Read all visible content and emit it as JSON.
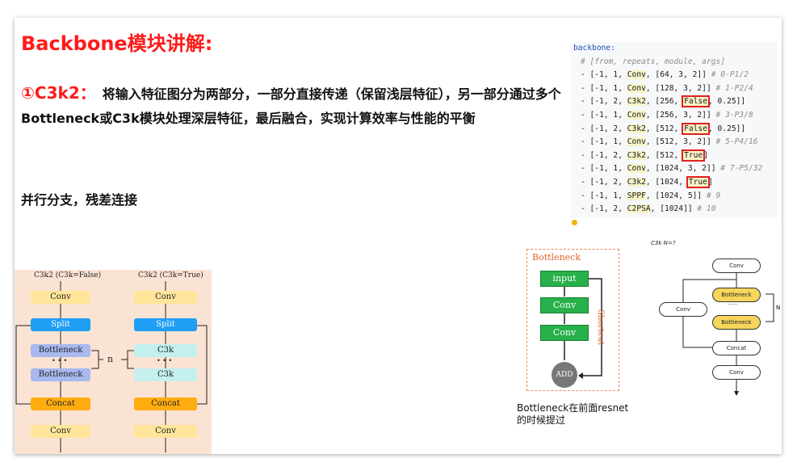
{
  "slide": {
    "title": "Backbone模块讲解:",
    "section_lead": "①C3k2：",
    "description": "将输入特征图分为两部分，一部分直接传递（保留浅层特征），另一部分通过多个Bottleneck或C3k模块处理深层特征，最后融合，实现计算效率与性能的平衡",
    "parallel_note": "并行分支，残差连接"
  },
  "code": {
    "key": "backbone:",
    "comment": "# [from, repeats, module, args]",
    "lines": [
      {
        "pre": "- [-1, 1, ",
        "mod": "Conv",
        "args": ", [64, 3, 2]]",
        "flag": "",
        "tail": "",
        "cm": " # 0-P1/2"
      },
      {
        "pre": "- [-1, 1, ",
        "mod": "Conv",
        "args": ", [128, 3, 2]]",
        "flag": "",
        "tail": "",
        "cm": " # 1-P2/4"
      },
      {
        "pre": "- [-1, 2, ",
        "mod": "C3k2",
        "args": ", [256, ",
        "flag": "False",
        "tail": ", 0.25]]",
        "cm": ""
      },
      {
        "pre": "- [-1, 1, ",
        "mod": "Conv",
        "args": ", [256, 3, 2]]",
        "flag": "",
        "tail": "",
        "cm": " # 3-P3/8"
      },
      {
        "pre": "- [-1, 2, ",
        "mod": "C3k2",
        "args": ", [512, ",
        "flag": "False",
        "tail": ", 0.25]]",
        "cm": ""
      },
      {
        "pre": "- [-1, 1, ",
        "mod": "Conv",
        "args": ", [512, 3, 2]]",
        "flag": "",
        "tail": "",
        "cm": " # 5-P4/16"
      },
      {
        "pre": "- [-1, 2, ",
        "mod": "C3k2",
        "args": ", [512, ",
        "flag": "True",
        "tail": "]",
        "cm": ""
      },
      {
        "pre": "- [-1, 1, ",
        "mod": "Conv",
        "args": ", [1024, 3, 2]]",
        "flag": "",
        "tail": "",
        "cm": " # 7-P5/32"
      },
      {
        "pre": "- [-1, 2, ",
        "mod": "C3k2",
        "args": ", [1024, ",
        "flag": "True",
        "tail": "]",
        "cm": ""
      },
      {
        "pre": "- [-1, 1, ",
        "mod": "SPPF",
        "args": ", [1024, 5]]",
        "flag": "",
        "tail": "",
        "cm": " # 9"
      },
      {
        "pre": "- [-1, 2, ",
        "mod": "C2PSA",
        "args": ", [1024]]",
        "flag": "",
        "tail": "",
        "cm": " # 10"
      }
    ]
  },
  "c3k2_diagram": {
    "left_title": "C3k2 (C3k=False)",
    "right_title": "C3k2 (C3k=True)",
    "conv": "Conv",
    "split": "Split",
    "bottleneck": "Bottleneck",
    "c3k": "C3k",
    "dots": "• • •",
    "n": "n",
    "concat": "Concat"
  },
  "bottleneck_diagram": {
    "title": "Bottleneck",
    "input": "input",
    "conv": "Conv",
    "add": "ADD",
    "shortcut": "Shortcut",
    "note_line1": "Bottleneck在前面resnet",
    "note_line2": "的时候提过"
  },
  "c3k_diagram": {
    "title": "C3k N=?",
    "conv": "Conv",
    "bottleneck": "Bottleneck",
    "dots": "......",
    "concat": "Concat",
    "n": "N"
  }
}
